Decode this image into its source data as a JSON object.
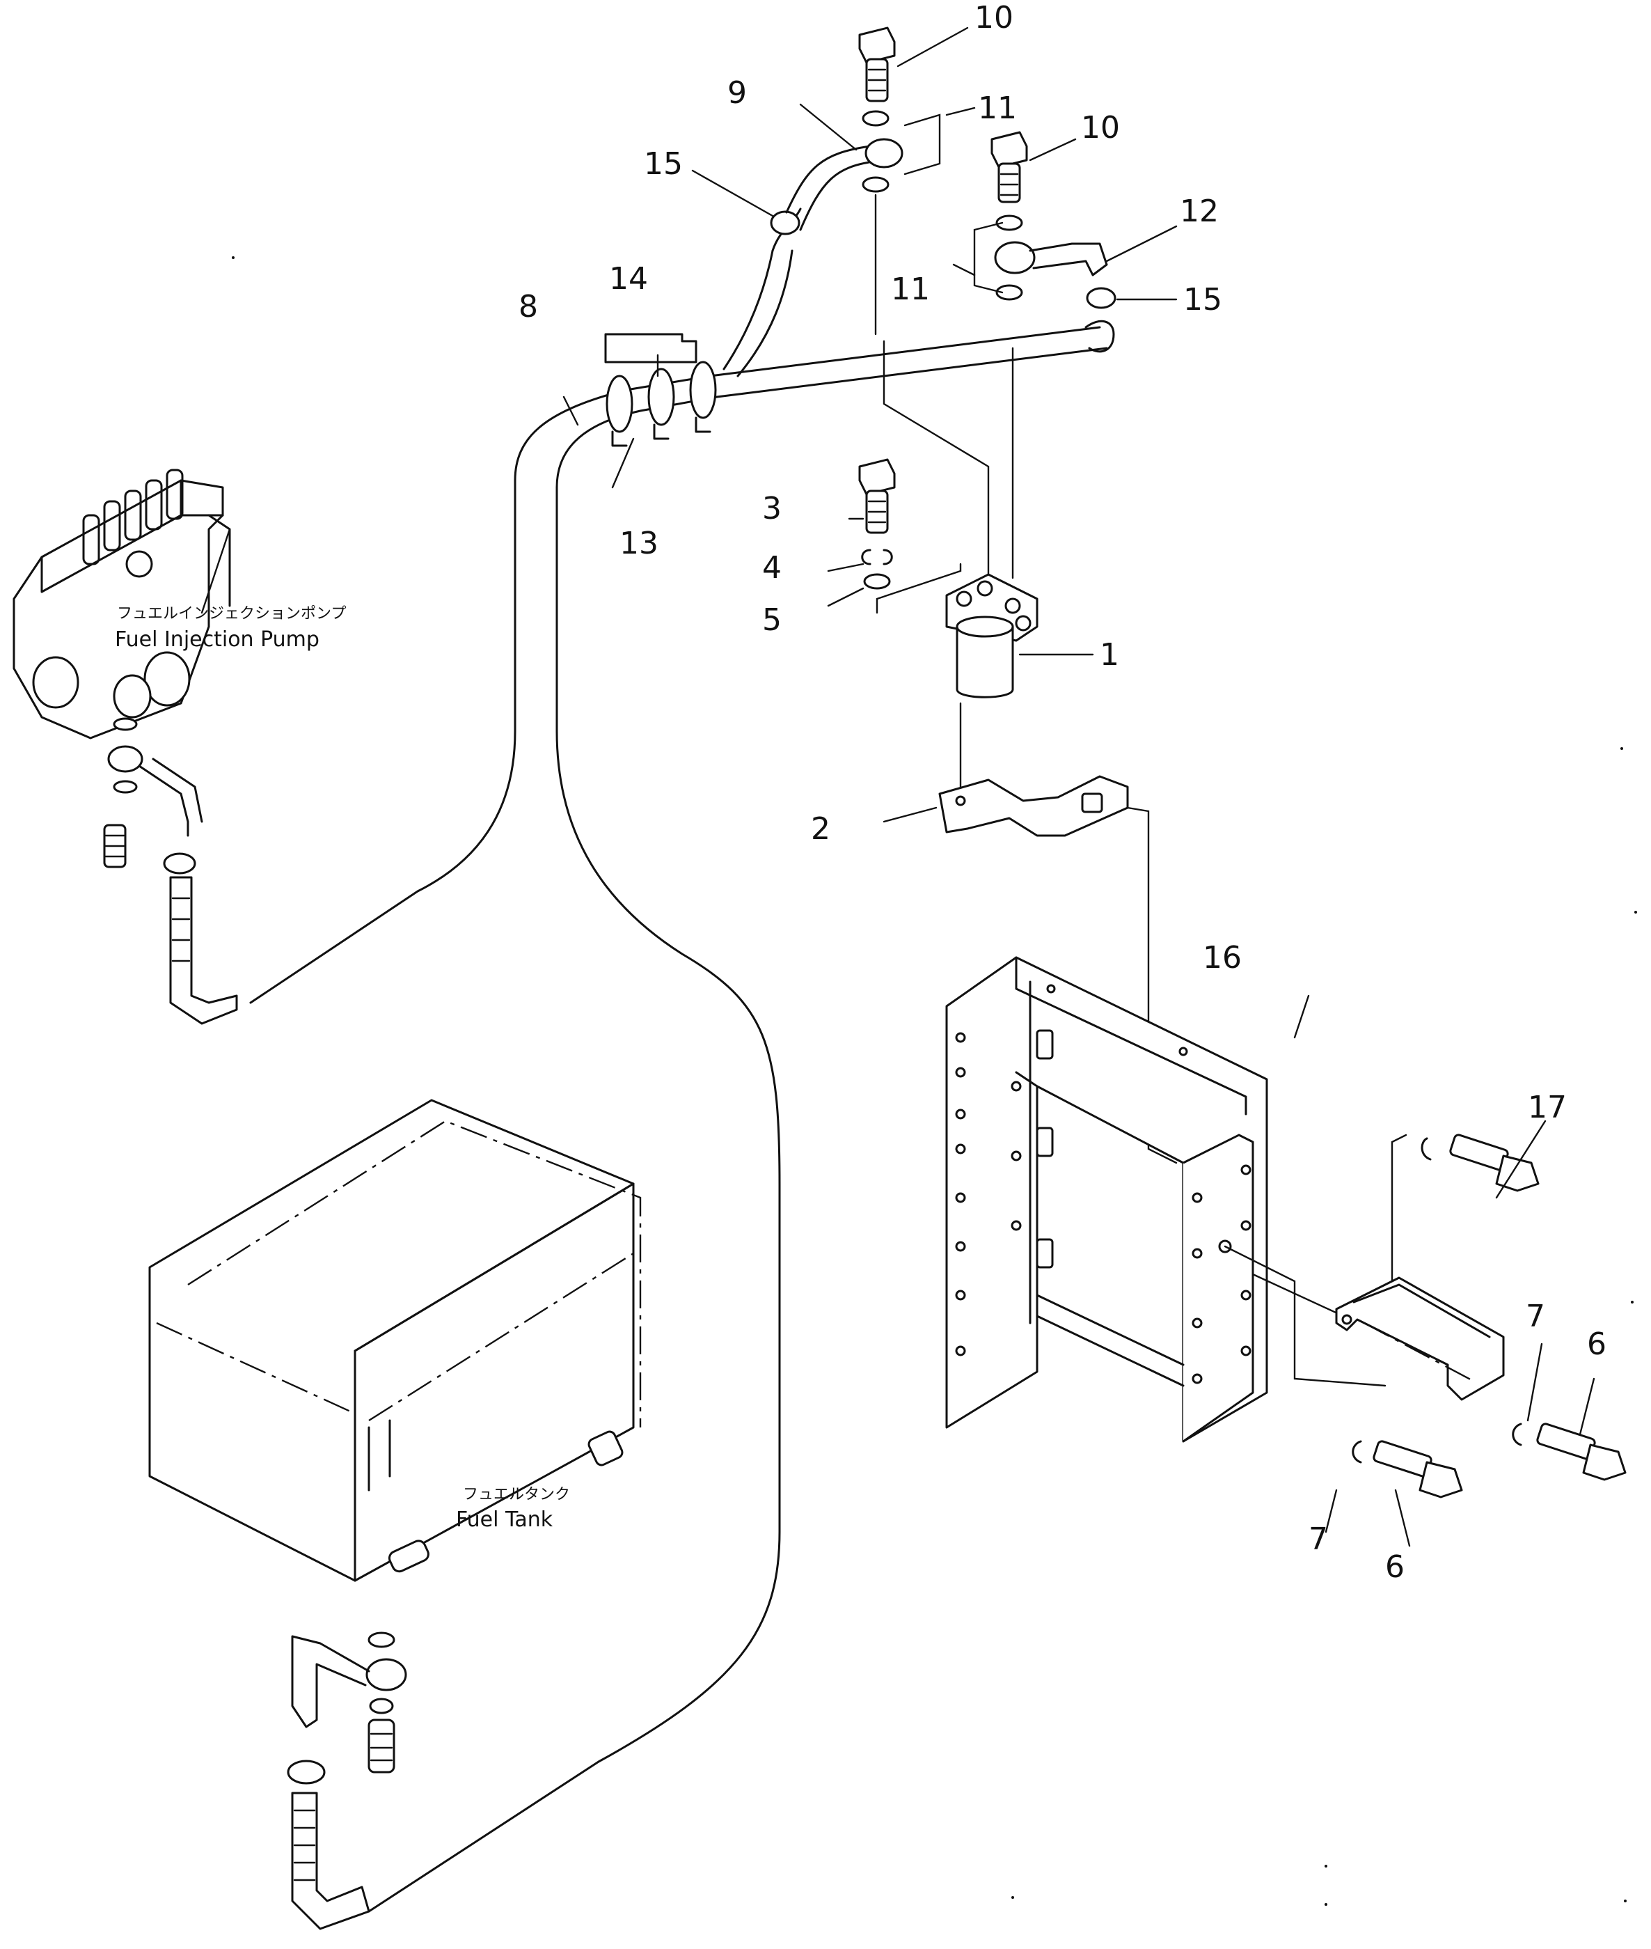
{
  "diagram": {
    "callouts": [
      "1",
      "2",
      "3",
      "4",
      "5",
      "6",
      "6",
      "7",
      "7",
      "8",
      "9",
      "10",
      "10",
      "11",
      "11",
      "12",
      "13",
      "14",
      "15",
      "15",
      "16",
      "17"
    ],
    "captions": {
      "pump_jp": "フュエルインジェクションポンプ",
      "pump_en": "Fuel Injection Pump",
      "tank_jp": "フュエルタンク",
      "tank_en": "Fuel Tank"
    }
  }
}
